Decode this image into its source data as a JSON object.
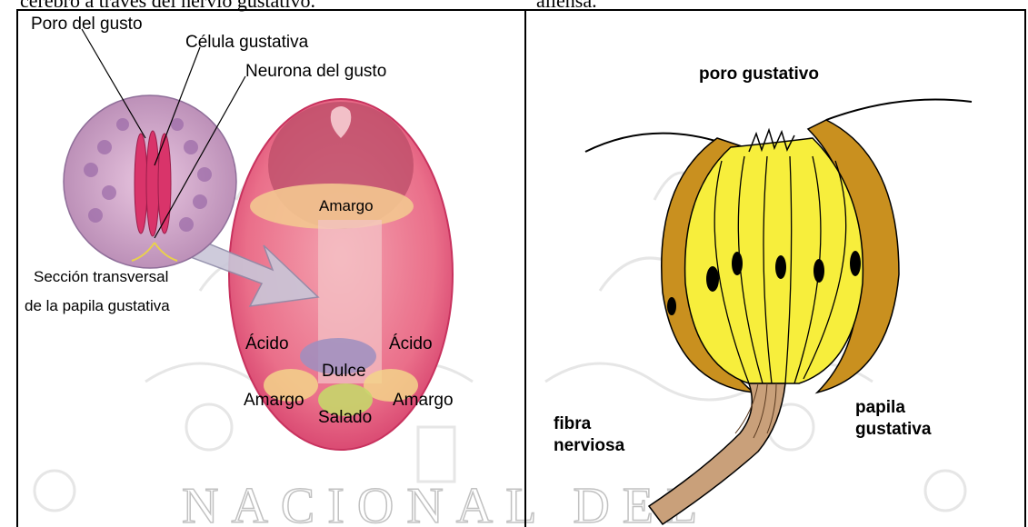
{
  "top_text": {
    "left": "cerebro a través del nervio gustativo.",
    "right": "allensa."
  },
  "left_figure": {
    "labels": {
      "pore": "Poro del gusto",
      "cell": "Célula gustativa",
      "neuron": "Neurona del gusto",
      "section_line1": "Sección transversal",
      "section_line2": "de la papila gustativa",
      "bitter_top": "Amargo",
      "acid_left": "Ácido",
      "acid_right": "Ácido",
      "sweet": "Dulce",
      "bitter_left": "Amargo",
      "bitter_right": "Amargo",
      "salty": "Salado"
    }
  },
  "right_figure": {
    "labels": {
      "pore": "poro gustativo",
      "fiber_line1": "fibra",
      "fiber_line2": "nerviosa",
      "papilla_line1": "papila",
      "papilla_line2": "gustativa"
    }
  },
  "watermark": {
    "text": "NACIONAL DEL"
  }
}
